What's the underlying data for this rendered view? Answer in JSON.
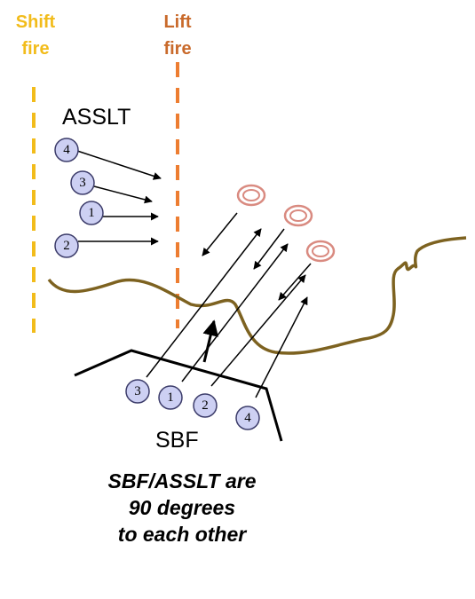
{
  "phase_lines": {
    "shift": {
      "line1": "Shift",
      "line2": "fire",
      "color": "#f2bc1b"
    },
    "lift": {
      "line1": "Lift",
      "line2": "fire",
      "color": "#ed7d31"
    }
  },
  "asslt": {
    "label": "ASSLT",
    "markers": [
      "4",
      "3",
      "1",
      "2"
    ]
  },
  "sbf": {
    "label": "SBF",
    "markers": [
      "3",
      "1",
      "2",
      "4"
    ]
  },
  "note": {
    "line1": "SBF/ASSLT are",
    "line2": "90 degrees",
    "line3": "to each other"
  },
  "colors": {
    "terrain": "#7d6220",
    "marker_fill": "#cdd0f3",
    "marker_stroke": "#3c3c6a",
    "target_ring": "#d98a80"
  }
}
